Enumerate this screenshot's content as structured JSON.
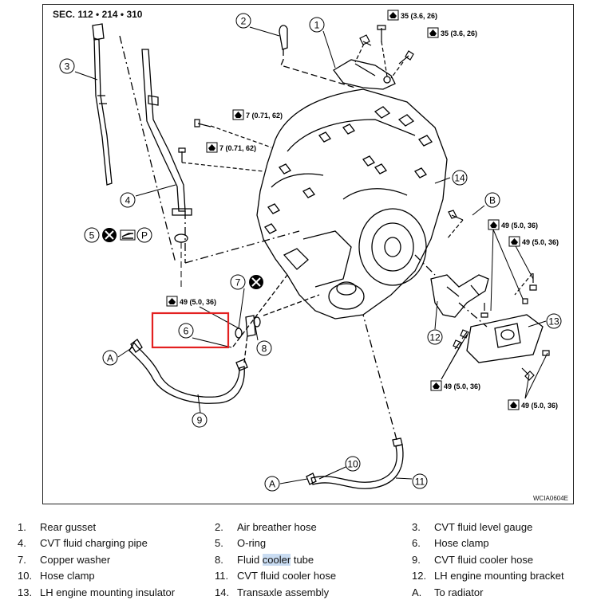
{
  "section_ref": "SEC. 112 • 214 • 310",
  "figure_code": "WCIA0604E",
  "callouts": [
    "1",
    "2",
    "3",
    "4",
    "5",
    "6",
    "7",
    "8",
    "9",
    "10",
    "11",
    "12",
    "13",
    "14"
  ],
  "letters": {
    "a": "A",
    "b": "B",
    "p": "P"
  },
  "torques": {
    "t35": "35 (3.6, 26)",
    "t7": "7 (0.71, 62)",
    "t49": "49 (5.0, 36)"
  },
  "highlight": {
    "color": "#e32020",
    "word": "cooler"
  },
  "legend": [
    {
      "num": "1.",
      "label": "Rear gusset"
    },
    {
      "num": "2.",
      "label": "Air breather hose"
    },
    {
      "num": "3.",
      "label": "CVT fluid level gauge"
    },
    {
      "num": "4.",
      "label": "CVT fluid charging pipe"
    },
    {
      "num": "5.",
      "label": "O-ring"
    },
    {
      "num": "6.",
      "label": "Hose clamp"
    },
    {
      "num": "7.",
      "label": "Copper washer"
    },
    {
      "num": "8.",
      "label_pre": "Fluid ",
      "label_hl": "cooler",
      "label_post": " tube"
    },
    {
      "num": "9.",
      "label": "CVT fluid cooler hose"
    },
    {
      "num": "10.",
      "label": "Hose clamp"
    },
    {
      "num": "11.",
      "label": "CVT fluid cooler hose"
    },
    {
      "num": "12.",
      "label": "LH engine mounting bracket"
    },
    {
      "num": "13.",
      "label": "LH engine mounting insulator"
    },
    {
      "num": "14.",
      "label": "Transaxle assembly"
    },
    {
      "num": "A.",
      "label": "To radiator"
    }
  ]
}
